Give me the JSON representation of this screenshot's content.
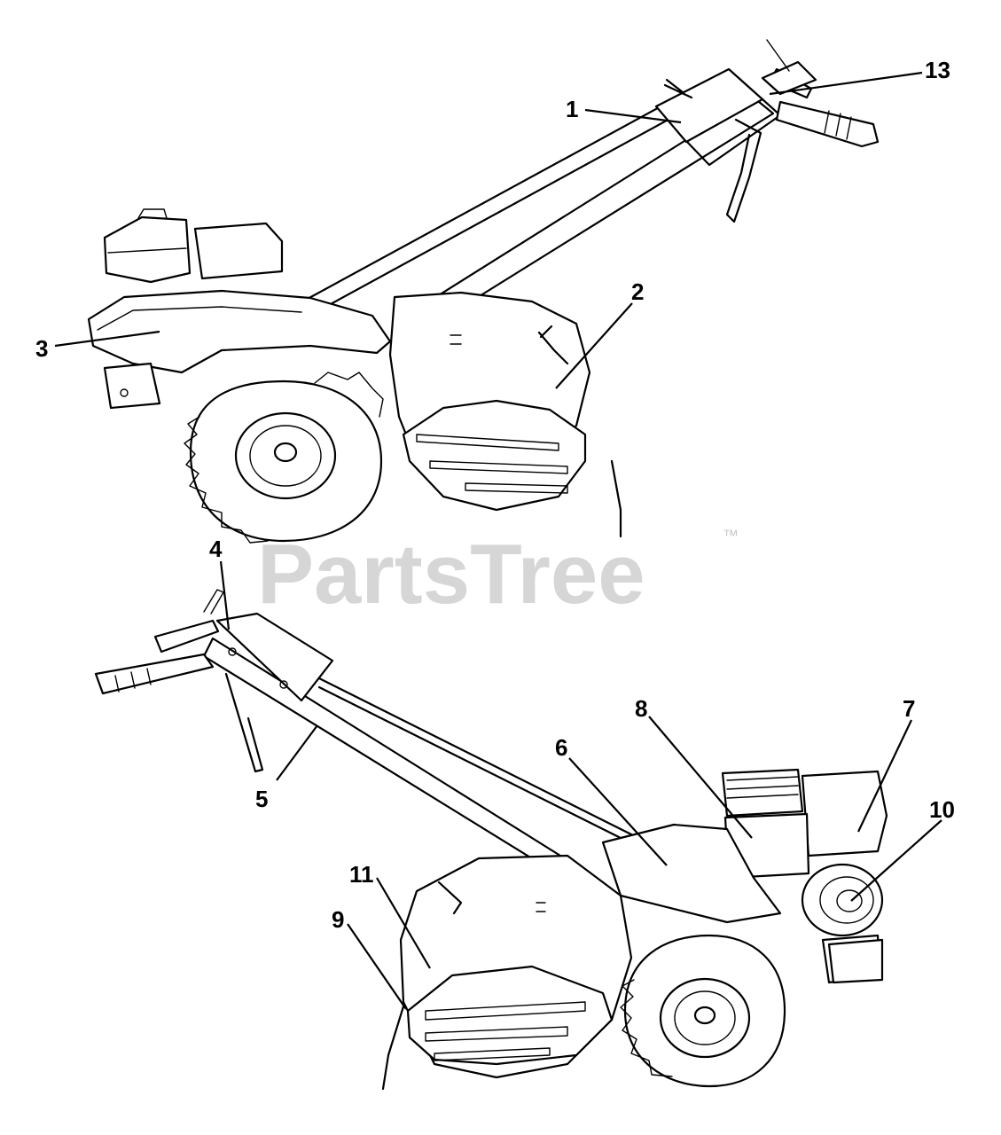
{
  "watermark": {
    "text": "PartsTree",
    "trademark": "™"
  },
  "callouts": [
    "1",
    "2",
    "3",
    "4",
    "5",
    "6",
    "7",
    "8",
    "9",
    "10",
    "11",
    "13"
  ]
}
